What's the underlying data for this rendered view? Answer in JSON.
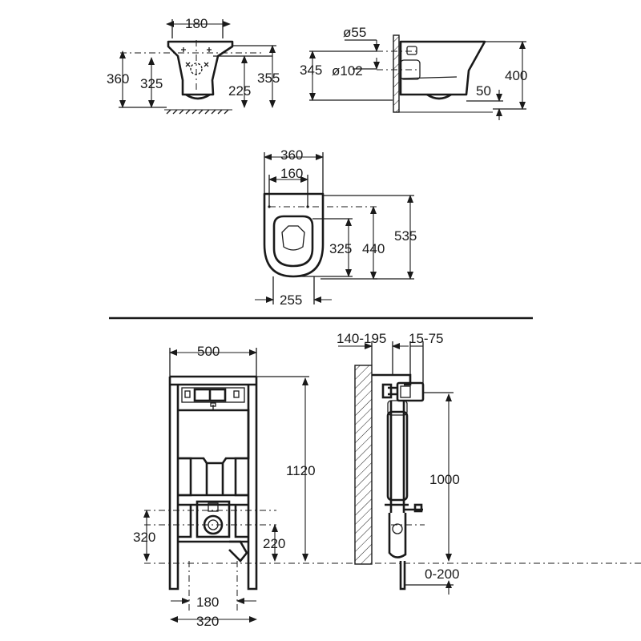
{
  "top_left_view": {
    "width_top": "180",
    "height_total": "360",
    "height_inlet": "325",
    "height_bottom": "225",
    "height_right": "355"
  },
  "top_right_view": {
    "pipe_small": "ø55",
    "height_345": "345",
    "pipe_large": "ø102",
    "height_400": "400",
    "height_50": "50"
  },
  "plan_view": {
    "width_outer": "360",
    "width_holes": "160",
    "depth_325": "325",
    "depth_440": "440",
    "depth_535": "535",
    "bowl_width": "255"
  },
  "frame_front": {
    "frame_width": "500",
    "frame_height": "1120",
    "drain_height": "320",
    "side_height": "220",
    "bolt_spacing": "180",
    "foot_spacing": "320"
  },
  "frame_side": {
    "wall_depth": "140-195",
    "adjust_range": "15-75",
    "button_height": "1000",
    "foot_adjust": "0-200"
  }
}
